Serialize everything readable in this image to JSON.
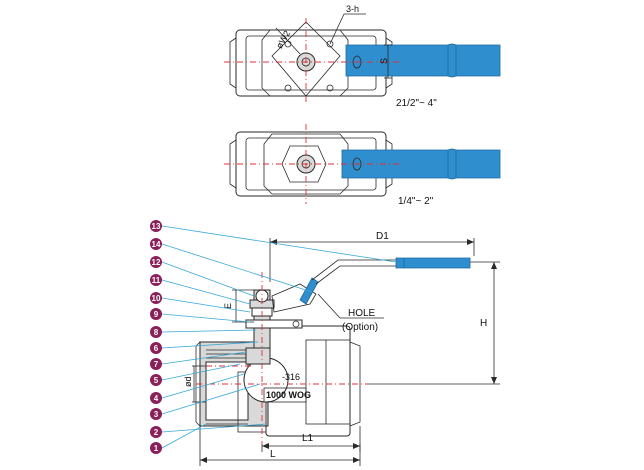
{
  "views": {
    "top_large": {
      "size_range": "21/2\"~ 4\"",
      "bolt_label": "3-h",
      "dia_label": "øW2",
      "s_label": "S"
    },
    "top_small": {
      "size_range": "1/4\"~ 2\""
    },
    "section": {
      "dims": {
        "d1": "D1",
        "h": "H",
        "l": "L",
        "l1": "L1",
        "e": "E",
        "od": "ød"
      },
      "hole_label": "HOLE",
      "option_label": "(Option)",
      "material_mark": "-316",
      "pressure_mark": "1000 WOG",
      "balloons": [
        "13",
        "14",
        "12",
        "11",
        "10",
        "9",
        "8",
        "6",
        "7",
        "5",
        "4",
        "3",
        "2",
        "1"
      ]
    }
  },
  "colors": {
    "handle": "#2f8fce",
    "balloon": "#8a1f5a",
    "leader": "#38a8d8",
    "centerline": "#e0303a"
  }
}
